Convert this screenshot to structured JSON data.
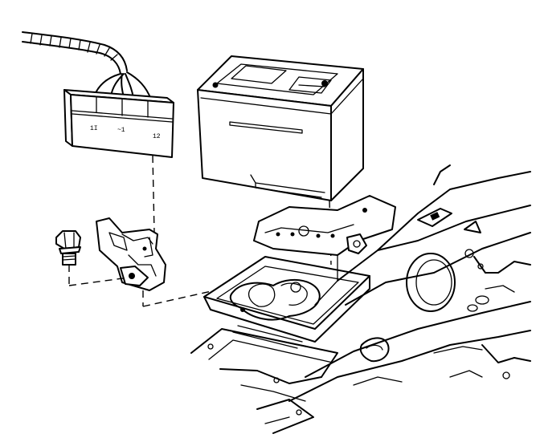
{
  "diagram": {
    "type": "exploded-view line drawing",
    "parts": [
      "wiring-harness",
      "connector-block",
      "battery",
      "bolt",
      "bracket",
      "battery-tray",
      "vehicle-frame"
    ]
  },
  "connector": {
    "pin_label_left": "1I",
    "pin_label_mid": "~1",
    "pin_label_right": "12"
  },
  "colors": {
    "line": "#000000",
    "background": "#ffffff"
  }
}
